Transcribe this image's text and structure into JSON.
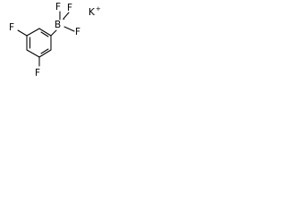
{
  "molecule": {
    "ring_substituent_1": "F",
    "ring_substituent_2": "F",
    "boron": "B",
    "boron_charge": "-",
    "boron_fluorine_top_left": "F",
    "boron_fluorine_top_right": "F",
    "boron_fluorine_right": "F",
    "counterion": "K",
    "counterion_charge": "+"
  }
}
